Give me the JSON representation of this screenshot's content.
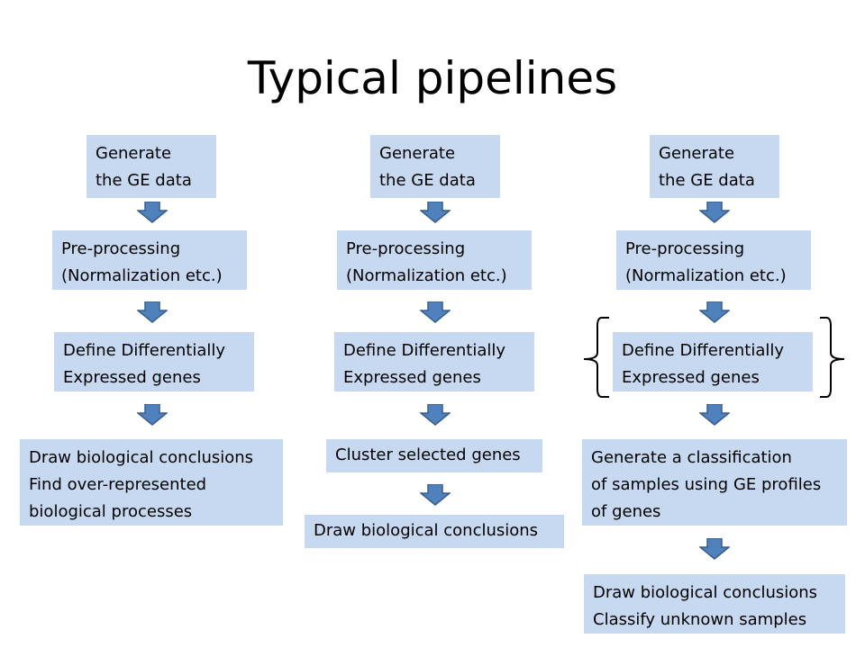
{
  "title": "Typical pipelines",
  "columns": [
    {
      "steps": [
        "Generate\nthe GE data",
        "Pre-processing\n(Normalization etc.)",
        "Define Differentially\nExpressed genes",
        "Draw biological conclusions\nFind over-represented\nbiological processes"
      ]
    },
    {
      "steps": [
        "Generate\nthe GE data",
        "Pre-processing\n(Normalization etc.)",
        "Define Differentially\nExpressed genes",
        "Cluster selected genes",
        "Draw biological conclusions"
      ]
    },
    {
      "steps": [
        "Generate\nthe GE data",
        "Pre-processing\n(Normalization etc.)",
        "Define Differentially\nExpressed genes",
        "Generate a classification\nof samples using GE profiles\nof genes",
        "Draw biological conclusions\nClassify unknown samples"
      ]
    }
  ],
  "colors": {
    "box_fill": "#c6d9f1",
    "arrow_fill": "#4f81bd",
    "arrow_stroke": "#385d8a",
    "brace_stroke": "#000000"
  }
}
